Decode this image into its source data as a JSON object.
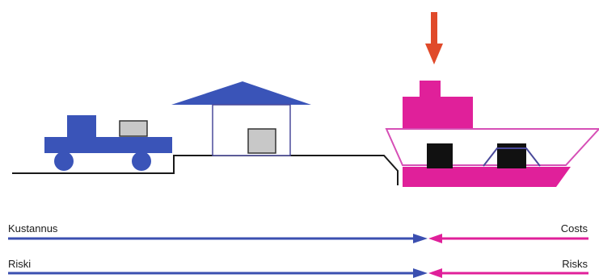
{
  "rows": [
    {
      "left_label": "Kustannus",
      "right_label": "Costs"
    },
    {
      "left_label": "Riski",
      "right_label": "Risks"
    }
  ],
  "colors": {
    "seller_arrow": "#3b4fb0",
    "buyer_arrow": "#e0209a",
    "truck": "#3a54b8",
    "warehouse_roof": "#3a54b8",
    "ship_hull": "#e0209a",
    "ship_outline": "#d64fb6",
    "transfer_arrow": "#e04a2a",
    "cargo_box": "#c8c8c8",
    "container": "#111111",
    "ground": "#1a1a1a"
  },
  "icons": [
    "truck-icon",
    "warehouse-icon",
    "ship-icon",
    "transfer-point-arrow-icon"
  ]
}
